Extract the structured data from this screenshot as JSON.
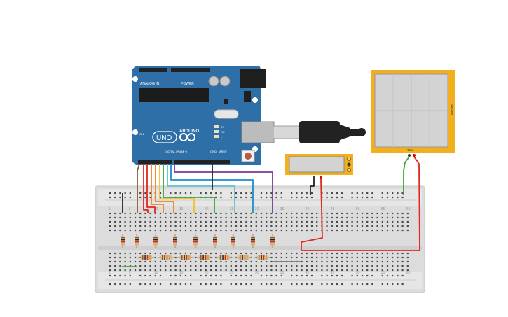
{
  "arduino": {
    "model": "UNO",
    "brand": "ARDUINO",
    "header_analog": "ANALOG IN",
    "header_power": "POWER",
    "header_digital": "DIGITAL (PWM ~)",
    "tx_label": "TX",
    "rx_label": "RX",
    "l_label": "L",
    "on_label": "ON",
    "aref_label": "AREF",
    "gnd_label": "GND"
  },
  "oscilloscope": {
    "side_label": "Voltage",
    "bottom_label": "Time",
    "frame_color": "#f2b01e",
    "screen_color": "#d3d3d3"
  },
  "multimeter": {
    "frame_color": "#f2b01e"
  },
  "breadboard": {
    "column_numbers": [
      "1",
      "5",
      "10",
      "15",
      "20",
      "25",
      "30",
      "35",
      "40",
      "45",
      "50",
      "55",
      "60"
    ]
  },
  "colors": {
    "board": "#2f6fa7",
    "wire_red": "#e2261f",
    "wire_orange": "#f0821e",
    "wire_yellow": "#f4c020",
    "wire_green": "#3aa637",
    "wire_teal": "#5fbfd3",
    "wire_blue": "#1d8dc8",
    "wire_purple": "#7b3a96",
    "wire_brown": "#8c5a36",
    "wire_black": "#222222"
  }
}
